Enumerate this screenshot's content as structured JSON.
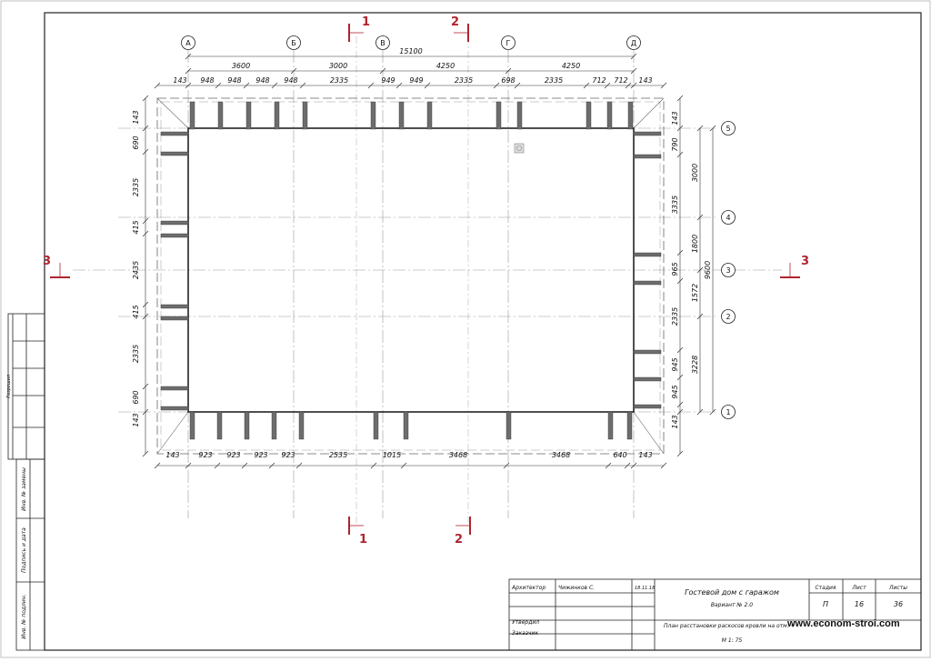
{
  "axes_letters": [
    "А",
    "Б",
    "В",
    "Г",
    "Д"
  ],
  "axes_numbers": [
    "1",
    "2",
    "3",
    "4",
    "5"
  ],
  "overall_width": "15100",
  "top_spans": [
    "3600",
    "3000",
    "4250",
    "4250"
  ],
  "top_chain": [
    "143",
    "948",
    "948",
    "948",
    "948",
    "2335",
    "949",
    "949",
    "2335",
    "698",
    "2335",
    "712",
    "712",
    "143"
  ],
  "bottom_chain": [
    "143",
    "923",
    "923",
    "923",
    "923",
    "2535",
    "1015",
    "3468",
    "3468",
    "640",
    "143"
  ],
  "left_chain": [
    "143",
    "690",
    "2335",
    "415",
    "2435",
    "415",
    "2335",
    "690",
    "143"
  ],
  "right_chain": [
    "143",
    "790",
    "3335",
    "965",
    "2335",
    "945",
    "945",
    "143"
  ],
  "right_spans": [
    "3000",
    "1800",
    "1572",
    "3228"
  ],
  "overall_height": "9600",
  "sections": {
    "s1": "1",
    "s2": "2",
    "s3": "3"
  },
  "left_strip": {
    "rev": "Разрешил",
    "inv_replace": "Инв. № замены",
    "sign_date": "Подпись и дата",
    "inv_orig": "Инв. № подлин."
  },
  "title_block": {
    "architect_label": "Архитектор",
    "architect_name": "Чижинков С.",
    "date": "18.11.18",
    "approved_label": "Утвердил",
    "client_label": "Заказчик",
    "project_title": "Гостевой дом с гаражом",
    "variant": "Вариант № 2.0",
    "sheet_title": "План расстановки раскосов кровли на отм. +",
    "scale": "М 1: 75",
    "stage_label": "Стадия",
    "sheet_label": "Лист",
    "sheets_label": "Листы",
    "stage": "П",
    "sheet": "16",
    "sheets": "36"
  },
  "watermark": "www.econom-stroi.com",
  "colors": {
    "accent": "#b0242e",
    "line": "#222222",
    "grid": "#9a9a9a",
    "post": "#6d6d6d"
  }
}
